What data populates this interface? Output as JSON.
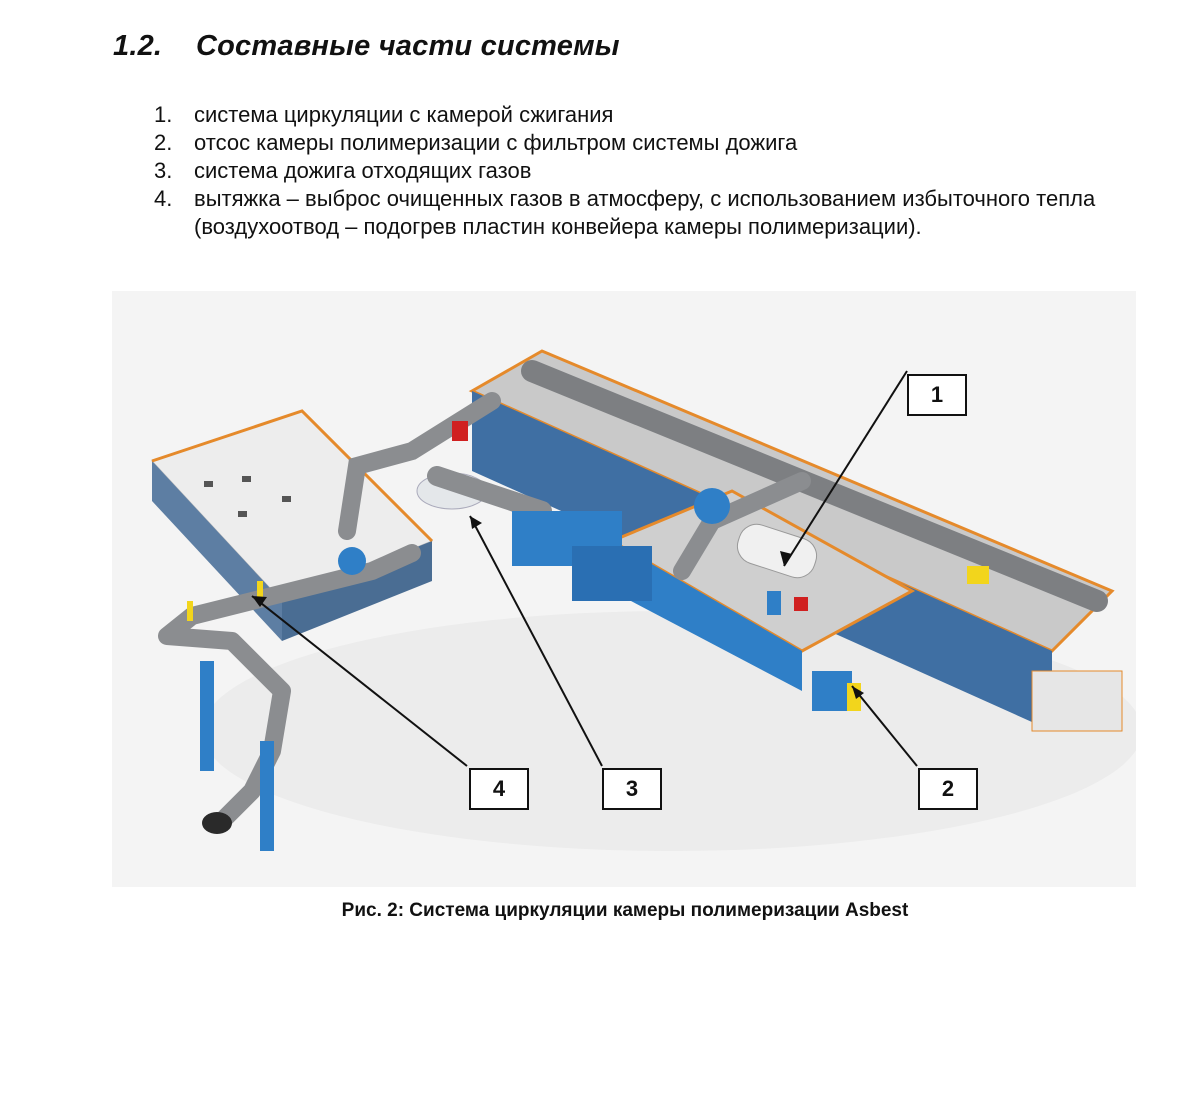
{
  "section": {
    "number": "1.2.",
    "title": "Составные части системы"
  },
  "components": [
    {
      "n": "1.",
      "text": "система циркуляции с камерой сжигания"
    },
    {
      "n": "2.",
      "text": "отсос камеры полимеризации с фильтром системы дожига"
    },
    {
      "n": "3.",
      "text": "система дожига отходящих газов"
    },
    {
      "n": "4.",
      "text": "вытяжка – выброс очищенных газов в атмосферу, с использованием избыточного тепла (воздухоотвод – подогрев пластин конвейера камеры полимеризации)."
    }
  ],
  "figure": {
    "callouts": [
      "1",
      "2",
      "3",
      "4"
    ],
    "caption": "Рис. 2: Система циркуляции камеры полимеризации Asbest",
    "colors": {
      "platform": "#c9c9c9",
      "frame": "#e58a2b",
      "equipment": "#2f7fc7",
      "duct": "#7d7f82",
      "yellow": "#f2d51c",
      "red": "#d02020"
    }
  }
}
